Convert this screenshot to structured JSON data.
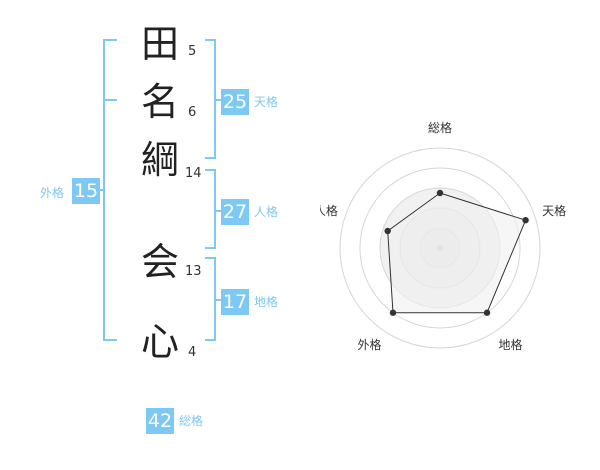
{
  "name": {
    "chars": [
      {
        "char": "田",
        "strokes": "5"
      },
      {
        "char": "名",
        "strokes": "6"
      },
      {
        "char": "綱",
        "strokes": "14"
      },
      {
        "char": "会",
        "strokes": "13"
      },
      {
        "char": "心",
        "strokes": "4"
      }
    ]
  },
  "fortunes": {
    "tenkaku": {
      "value": "25",
      "label": "天格"
    },
    "jinkaku": {
      "value": "27",
      "label": "人格"
    },
    "chikaku": {
      "value": "17",
      "label": "地格"
    },
    "gaikaku": {
      "value": "15",
      "label": "外格"
    },
    "soukaku": {
      "value": "42",
      "label": "総格"
    }
  },
  "radar": {
    "axes": [
      "総格",
      "天格",
      "地格",
      "外格",
      "人格"
    ],
    "levels": [
      0.55,
      0.9,
      0.8,
      0.8,
      0.55
    ]
  },
  "colors": {
    "accent": "#7ec8f4",
    "text": "#222222"
  }
}
